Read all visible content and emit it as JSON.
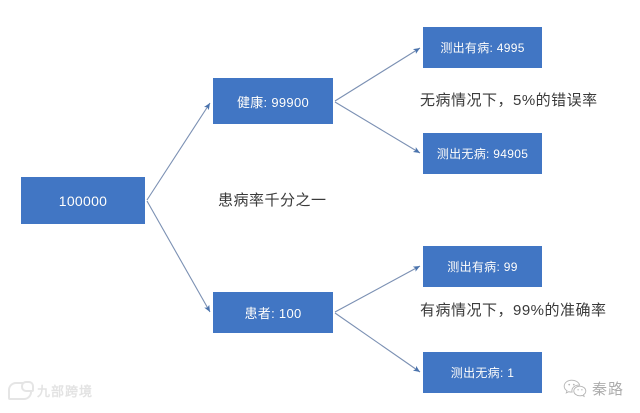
{
  "diagram": {
    "type": "decision-tree",
    "title": "",
    "nodes": {
      "root": {
        "label": "100000"
      },
      "healthy": {
        "label": "健康: 99900"
      },
      "patient": {
        "label": "患者: 100"
      },
      "healthy_positive": {
        "label": "测出有病: 4995"
      },
      "healthy_negative": {
        "label": "测出无病: 94905"
      },
      "patient_positive": {
        "label": "测出有病: 99"
      },
      "patient_negative": {
        "label": "测出无病: 1"
      }
    },
    "captions": {
      "prevalence": "患病率千分之一",
      "false_positive_rate": "无病情况下，5%的错误率",
      "true_positive_rate": "有病情况下，99%的准确率"
    },
    "colors": {
      "node_fill": "#4176c4",
      "node_text": "#ffffff",
      "edge": "#6f88ad",
      "caption_text": "#3a3a3a",
      "background": "#ffffff"
    }
  },
  "watermarks": {
    "bottom_left": {
      "icon": "chat-bubble-icon",
      "text": "九部跨境"
    },
    "bottom_right": {
      "icon": "wechat-icon",
      "text": "秦路"
    }
  }
}
